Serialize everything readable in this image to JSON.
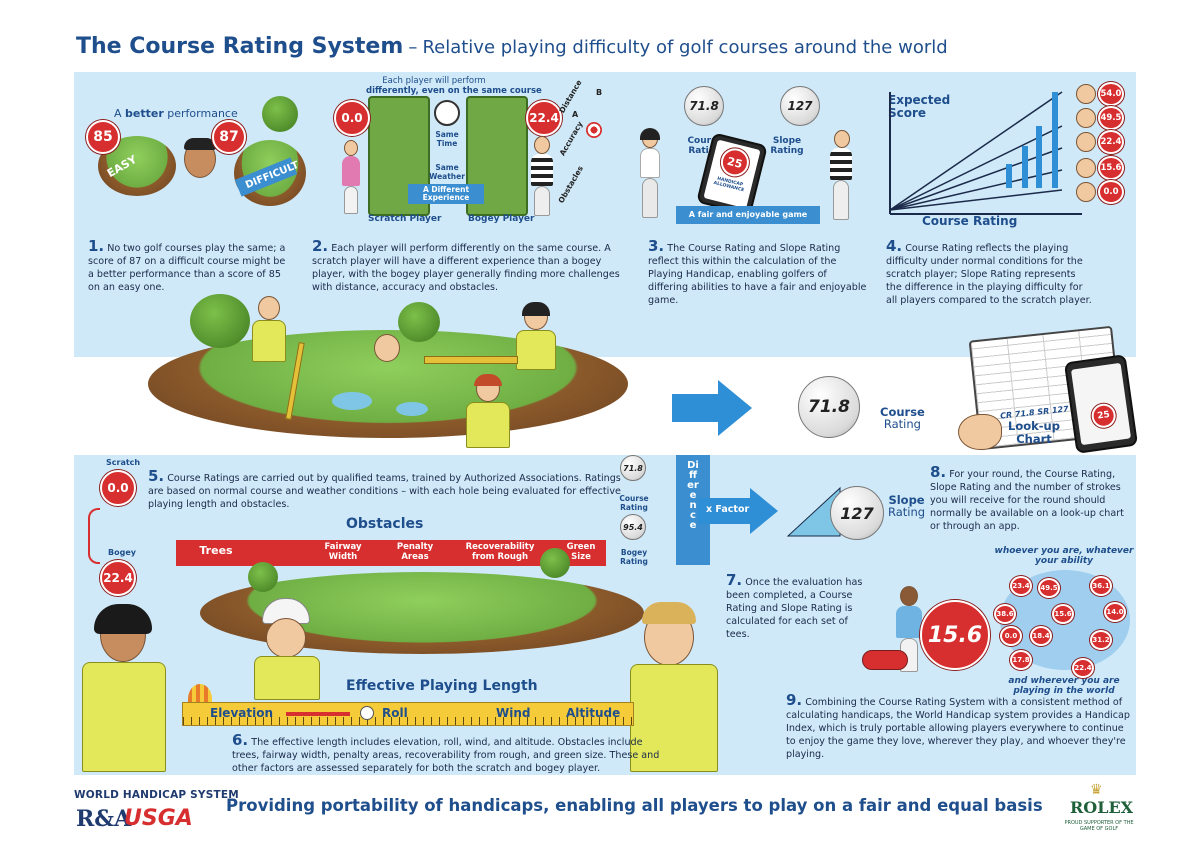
{
  "header": {
    "title": "The Course Rating System",
    "separator": "–",
    "subtitle": "Relative playing difficulty of golf courses around the world"
  },
  "panel1": {
    "caption_prefix": "A",
    "caption_strong": "better",
    "caption_suffix": "performance",
    "score_easy": "85",
    "score_difficult": "87",
    "easy_label": "EASY",
    "difficult_label": "DIFFICULT",
    "num": "1.",
    "text": "No two golf courses play the same; a score of 87 on a difficult course might be a better performance than a score of 85 on an easy one."
  },
  "panel2": {
    "header_line1": "Each player will perform",
    "header_line2": "differently, even on the same course",
    "score_scratch": "0.0",
    "score_bogey": "22.4",
    "same_time": "Same Time",
    "same_weather": "Same Weather",
    "different_experience": "A Different Experience",
    "scratch_player": "Scratch Player",
    "bogey_player": "Bogey Player",
    "distance": "Distance",
    "accuracy": "Accuracy",
    "obstacles": "Obstacles",
    "mark_a": "A",
    "mark_b": "B",
    "num": "2.",
    "text": "Each player will perform differently on the same course. A scratch player will have a different experience than a bogey player, with the bogey player generally finding more challenges with distance, accuracy and obstacles."
  },
  "panel3": {
    "course_rating_value": "71.8",
    "course_rating_label": "Course Rating",
    "slope_rating_value": "127",
    "slope_rating_label": "Slope Rating",
    "handicap_value": "25",
    "handicap_label": "HANDICAP ALLOWANCE",
    "fair_game": "A fair and enjoyable game",
    "num": "3.",
    "text": "The Course Rating and Slope Rating reflect this within the calculation of the Playing Handicap, enabling golfers of differing abilities to have a fair and enjoyable game."
  },
  "panel4": {
    "expected_score": "Expected Score",
    "course_rating": "Course Rating",
    "badges": [
      "54.0",
      "49.5",
      "22.4",
      "15.6",
      "0.0"
    ],
    "num": "4.",
    "text": "Course Rating reflects the playing difficulty under normal conditions for the scratch player; Slope Rating represents the difference in the playing difficulty for all players compared to the scratch player."
  },
  "rating_result": {
    "value": "71.8",
    "label_line1": "Course",
    "label_line2": "Rating"
  },
  "lookup": {
    "label": "Look-up Chart",
    "card_text": "CR 71.8 SR 127",
    "phone_value": "25"
  },
  "panel5": {
    "scratch_label": "Scratch",
    "scratch_value": "0.0",
    "bogey_label": "Bogey",
    "bogey_value": "22.4",
    "num": "5.",
    "text": "Course Ratings are carried out by qualified teams, trained by Authorized Associations. Ratings are based on normal course and weather conditions – with each hole being evaluated for effective playing length and obstacles.",
    "obstacles_title": "Obstacles",
    "obstacles": [
      "Trees",
      "Fairway Width",
      "Penalty Areas",
      "Recoverability from Rough",
      "Green Size"
    ]
  },
  "panel6": {
    "title": "Effective Playing Length",
    "factors": [
      "Elevation",
      "Roll",
      "Wind",
      "Altitude"
    ],
    "num": "6.",
    "text": "The effective length includes elevation, roll, wind, and altitude. Obstacles include trees, fairway width, penalty areas, recoverability from rough, and green size. These and other factors are assessed separately for both the scratch and bogey player."
  },
  "panel7": {
    "cr_value": "71.8",
    "cr_label": "Course Rating",
    "bogey_value": "95.4",
    "bogey_label": "Bogey Rating",
    "difference": "Difference",
    "factor": "x Factor",
    "slope_value": "127",
    "slope_label_line1": "Slope",
    "slope_label_line2": "Rating",
    "num": "7.",
    "text": "Once the evaluation has been completed, a Course Rating and Slope Rating is calculated for each set of tees."
  },
  "panel8": {
    "num": "8.",
    "text": "For your round, the Course Rating, Slope Rating and the number of strokes you will receive for the round should normally be available on a look-up chart or through an app."
  },
  "panel9": {
    "big_value": "15.6",
    "arc_top": "whoever you are, whatever your ability",
    "arc_bottom": "and wherever you are playing in the world",
    "badges": [
      "23.4",
      "49.5",
      "36.1",
      "38.6",
      "15.6",
      "14.0",
      "0.0",
      "18.4",
      "31.2",
      "17.8",
      "22.4"
    ],
    "num": "9.",
    "text": "Combining the Course Rating System with a consistent method of calculating handicaps, the World Handicap system provides a Handicap Index, which is truly portable allowing players everywhere to continue to enjoy the game they love, wherever they play, and whoever they're playing."
  },
  "footer": {
    "whs": "WORLD HANDICAP SYSTEM",
    "ra": "R&A",
    "usga": "USGA",
    "tagline": "Providing portability of handicaps, enabling all players to play on a fair and equal basis",
    "rolex": "ROLEX",
    "rolex_sub": "PROUD SUPPORTER OF THE GAME OF GOLF"
  },
  "colors": {
    "navy": "#1f4e8c",
    "band": "#cfe9f8",
    "red": "#d72f2f",
    "arrow_blue": "#2f8fd6",
    "grass": "#6fa845"
  }
}
